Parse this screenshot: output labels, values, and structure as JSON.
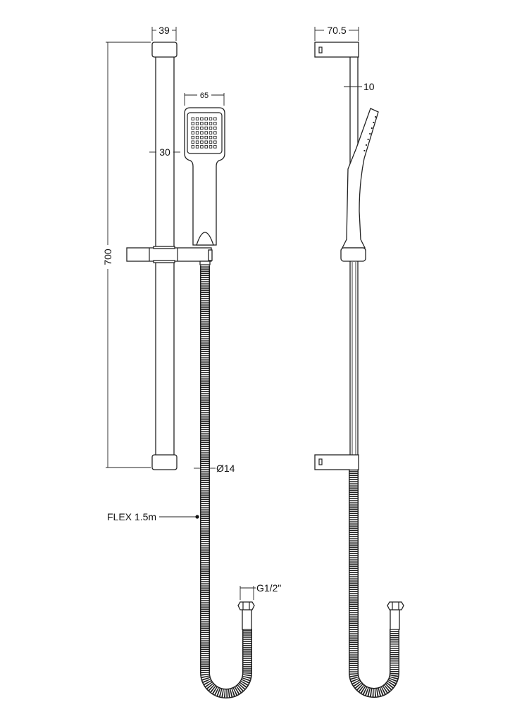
{
  "drawing": {
    "front_view": {
      "dim_bracket_width": "39",
      "dim_rail_length": "700",
      "dim_rail_diameter": "30",
      "dim_head_width": "65",
      "dim_hose_diameter": "Ø14",
      "hose_label": "FLEX 1.5m",
      "dim_connector": "G1/2\""
    },
    "side_view": {
      "dim_bracket_depth": "70.5",
      "dim_gap": "10"
    },
    "colors": {
      "line": "#222222",
      "background": "#ffffff"
    }
  }
}
